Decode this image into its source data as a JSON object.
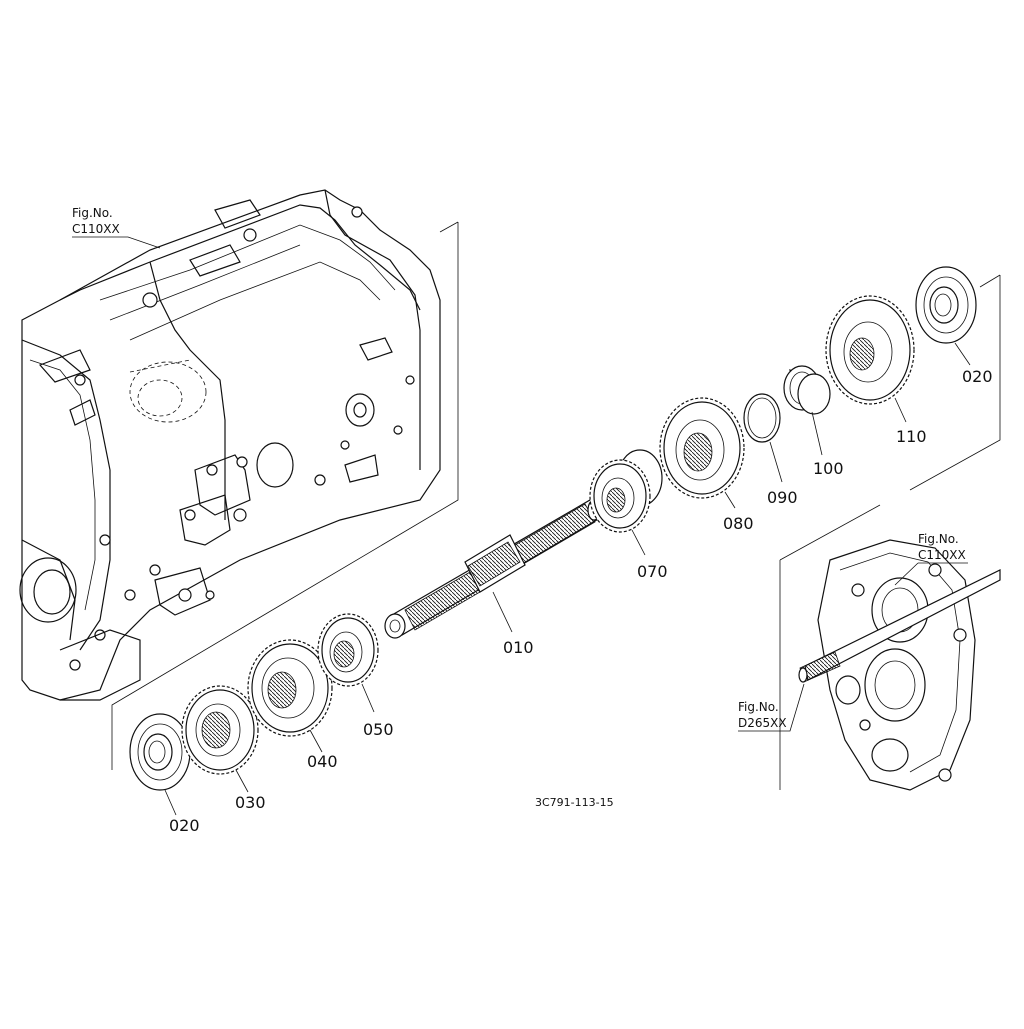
{
  "figure_refs": [
    {
      "label": "Fig.No.",
      "code": "C110XX"
    },
    {
      "label": "Fig.No.",
      "code": "C110XX"
    },
    {
      "label": "Fig.No.",
      "code": "D265XX"
    }
  ],
  "parts": [
    {
      "number": "010"
    },
    {
      "number": "020"
    },
    {
      "number": "020"
    },
    {
      "number": "030"
    },
    {
      "number": "040"
    },
    {
      "number": "050"
    },
    {
      "number": "070"
    },
    {
      "number": "080"
    },
    {
      "number": "090"
    },
    {
      "number": "100"
    },
    {
      "number": "110"
    }
  ],
  "drawing_code": "3C791-113-15"
}
